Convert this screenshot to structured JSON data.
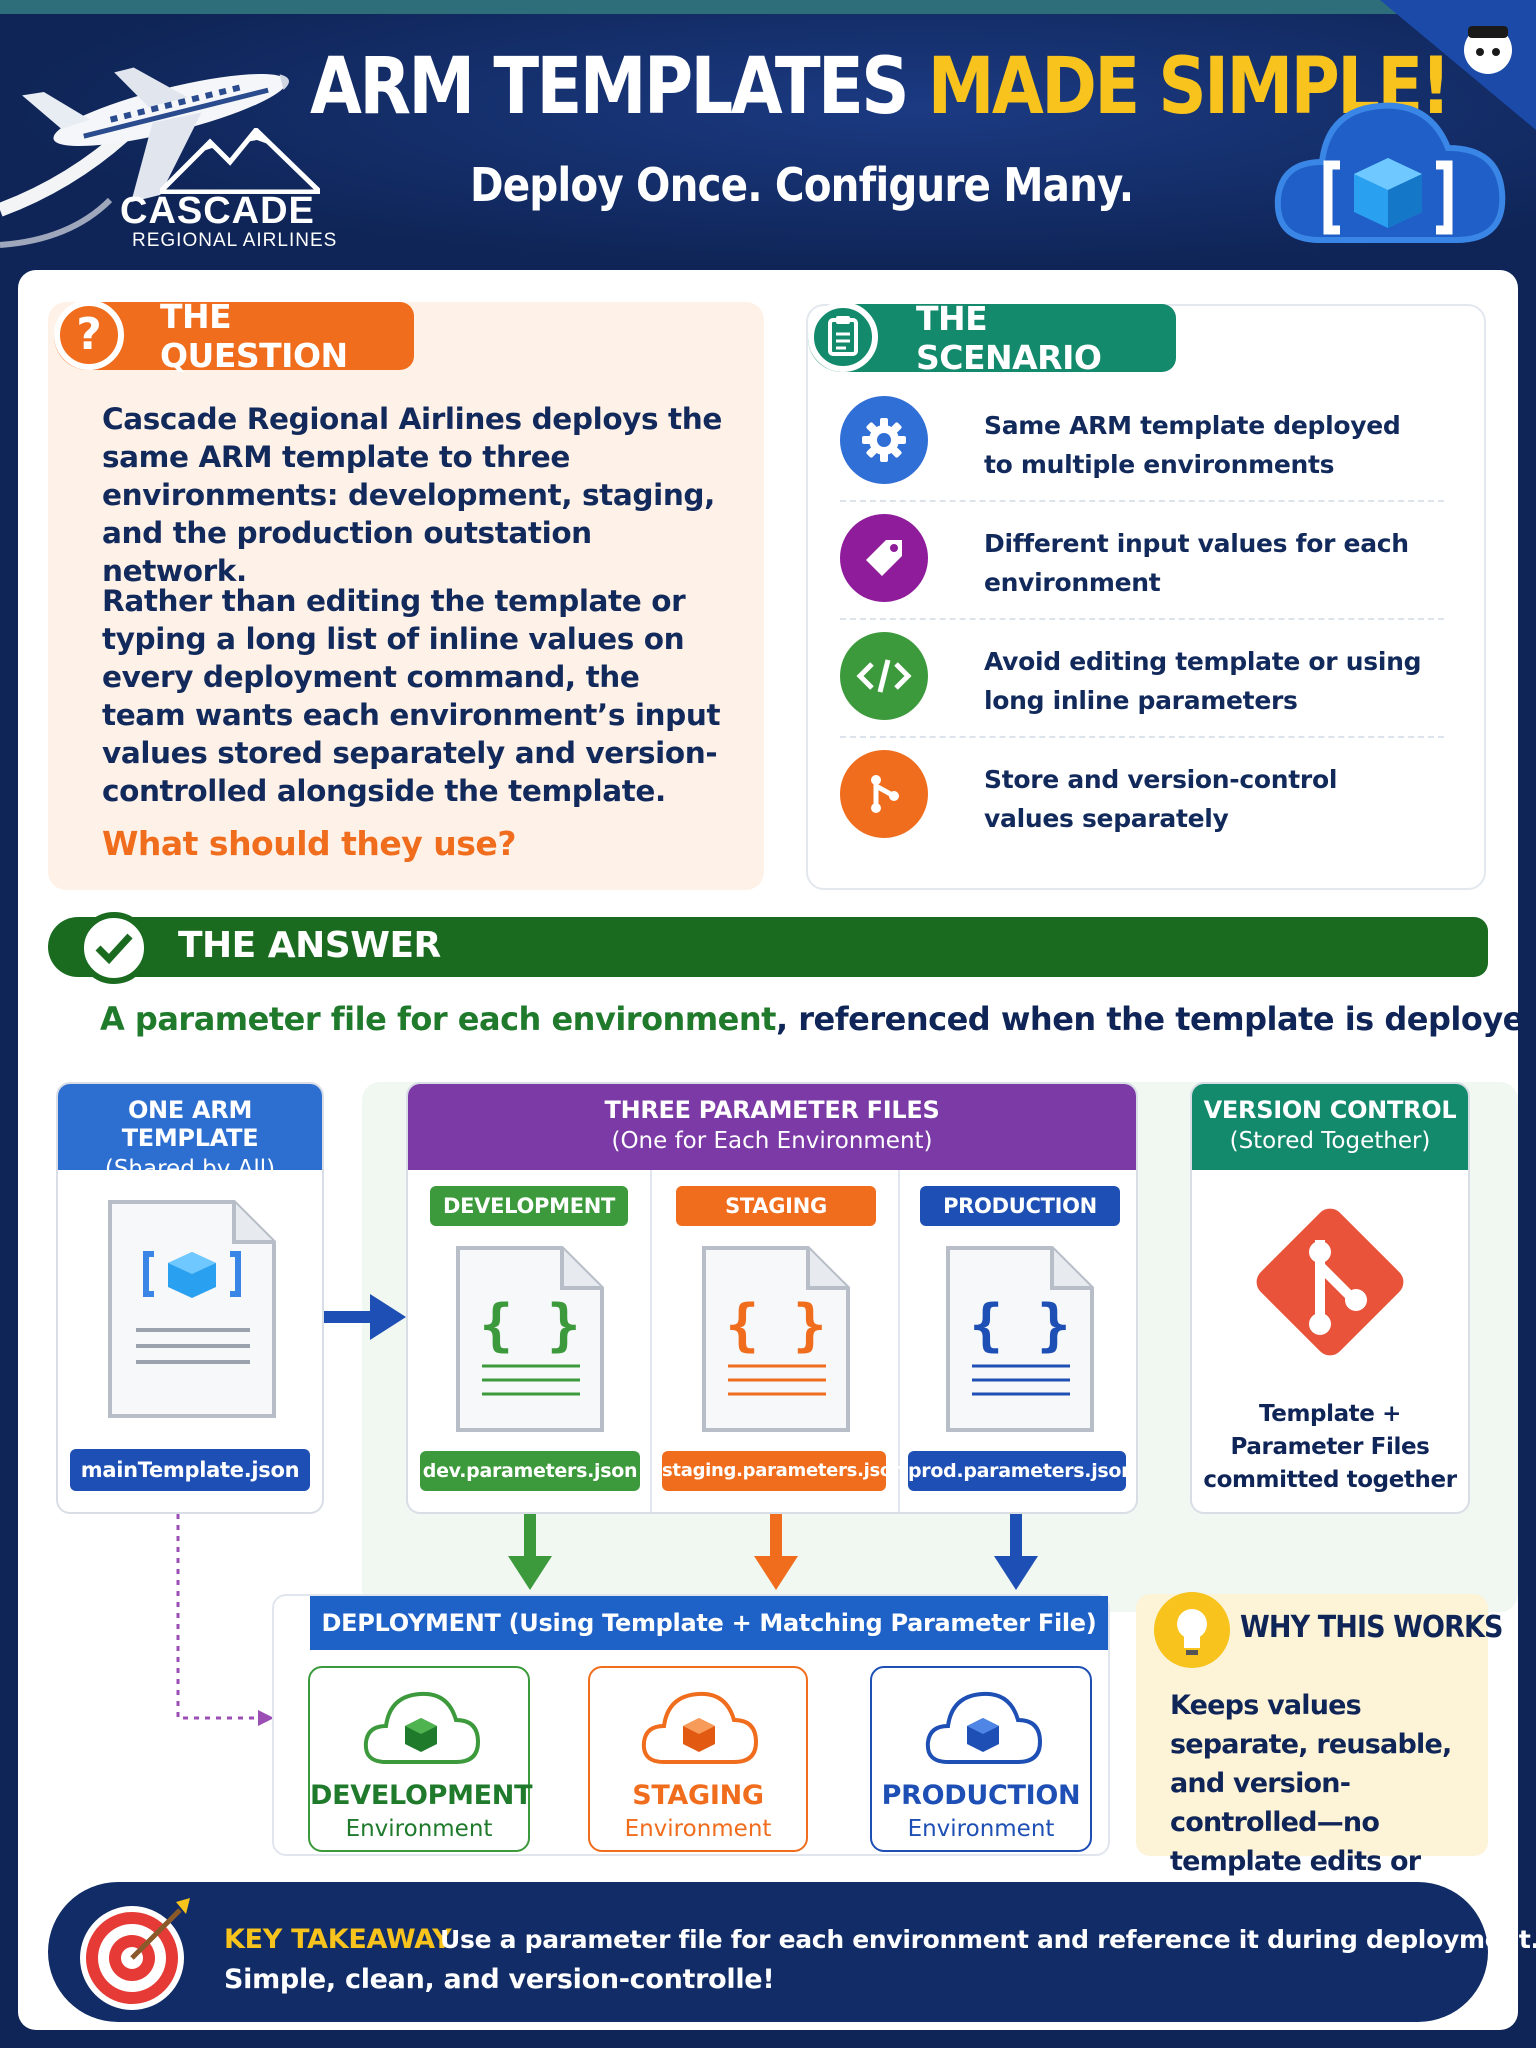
{
  "header": {
    "title_part1": "ARM TEMPLATES",
    "title_part2": "MADE SIMPLE!",
    "subtitle": "Deploy Once. Configure Many.",
    "logo_name": "CASCADE",
    "logo_sub": "REGIONAL AIRLINES"
  },
  "question": {
    "tab_label": "THE QUESTION",
    "icon": "question-icon",
    "paragraph1": "Cascade Regional Airlines deploys the same ARM template to three environments: development, staging, and the production outstation network.",
    "paragraph2": "Rather than editing the template or typing a long list of inline values on every deployment command, the team wants each environment’s input values stored separately and version-controlled alongside the template.",
    "ask": "What should they use?"
  },
  "scenario": {
    "tab_label": "THE SCENARIO",
    "icon": "clipboard-icon",
    "items": [
      {
        "text": "Same ARM template deployed to multiple environments",
        "icon": "gear-icon",
        "color": "#2f6fd6"
      },
      {
        "text": "Different input values for each environment",
        "icon": "tag-icon",
        "color": "#8e1c9b"
      },
      {
        "text": "Avoid editing template or using long inline parameters",
        "icon": "code-icon",
        "color": "#3c9a3c"
      },
      {
        "text": "Store and version-control values separately",
        "icon": "git-icon",
        "color": "#f06d1d"
      }
    ]
  },
  "answer": {
    "tab_label": "THE ANSWER",
    "headline_green": "A parameter file for each environment",
    "headline_rest": ", referenced when the template is deployed."
  },
  "template_box": {
    "title": "ONE ARM TEMPLATE",
    "subtitle": "(Shared by All)",
    "file": "mainTemplate.json"
  },
  "param_box": {
    "title": "THREE PARAMETER FILES",
    "subtitle": "(One for Each Environment)",
    "files": [
      {
        "env": "DEVELOPMENT",
        "file": "dev.parameters.json",
        "color": "#3c9a3c"
      },
      {
        "env": "STAGING",
        "file": "staging.parameters.json",
        "color": "#f06d1d"
      },
      {
        "env": "PRODUCTION",
        "file": "prod.parameters.json",
        "color": "#1e4fb4"
      }
    ]
  },
  "version_box": {
    "title": "VERSION CONTROL",
    "subtitle": "(Stored Together)",
    "text": "Template + Parameter Files committed together"
  },
  "deployment": {
    "title": "DEPLOYMENT (Using Template + Matching Parameter File)",
    "envs": [
      {
        "name": "DEVELOPMENT",
        "label": "Environment",
        "color": "#1f7a2c"
      },
      {
        "name": "STAGING",
        "label": "Environment",
        "color": "#f06d1d"
      },
      {
        "name": "PRODUCTION",
        "label": "Environment",
        "color": "#1e4fb4"
      }
    ]
  },
  "why": {
    "title": "WHY THIS WORKS",
    "text": "Keeps values separate, reusable, and version-controlled—no template edits or long inline lists!"
  },
  "takeaway": {
    "label": "KEY TAKEAWAY",
    "text1": "Use a parameter file for each environment and reference it during deployment.",
    "text2": "Simple, clean, and version-controlle!"
  }
}
